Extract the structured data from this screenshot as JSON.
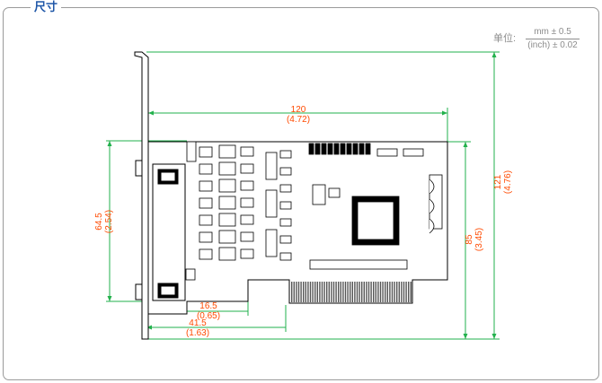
{
  "header": {
    "title": "尺寸"
  },
  "units": {
    "label": "单位:",
    "primary": "mm ± 0.5",
    "secondary": "(inch) ± 0.02"
  },
  "dimensions": {
    "pcb_width": {
      "mm": "120",
      "inch": "(4.72)"
    },
    "total_height": {
      "mm": "121",
      "inch": "(4.76)"
    },
    "pcb_height": {
      "mm": "85",
      "inch": "(3.45)"
    },
    "connector_height": {
      "mm": "64.5",
      "inch": "(2.54)"
    },
    "bracket_to_edge": {
      "mm": "16.5",
      "inch": "(0.65)"
    },
    "bracket_to_gold": {
      "mm": "41.5",
      "inch": "(1.63)"
    }
  },
  "colors": {
    "title": "#1f57a8",
    "dimension_text": "#ff4a00",
    "dimension_line": "#22b14c",
    "board": "#000000",
    "frame": "#9a9a9a"
  }
}
